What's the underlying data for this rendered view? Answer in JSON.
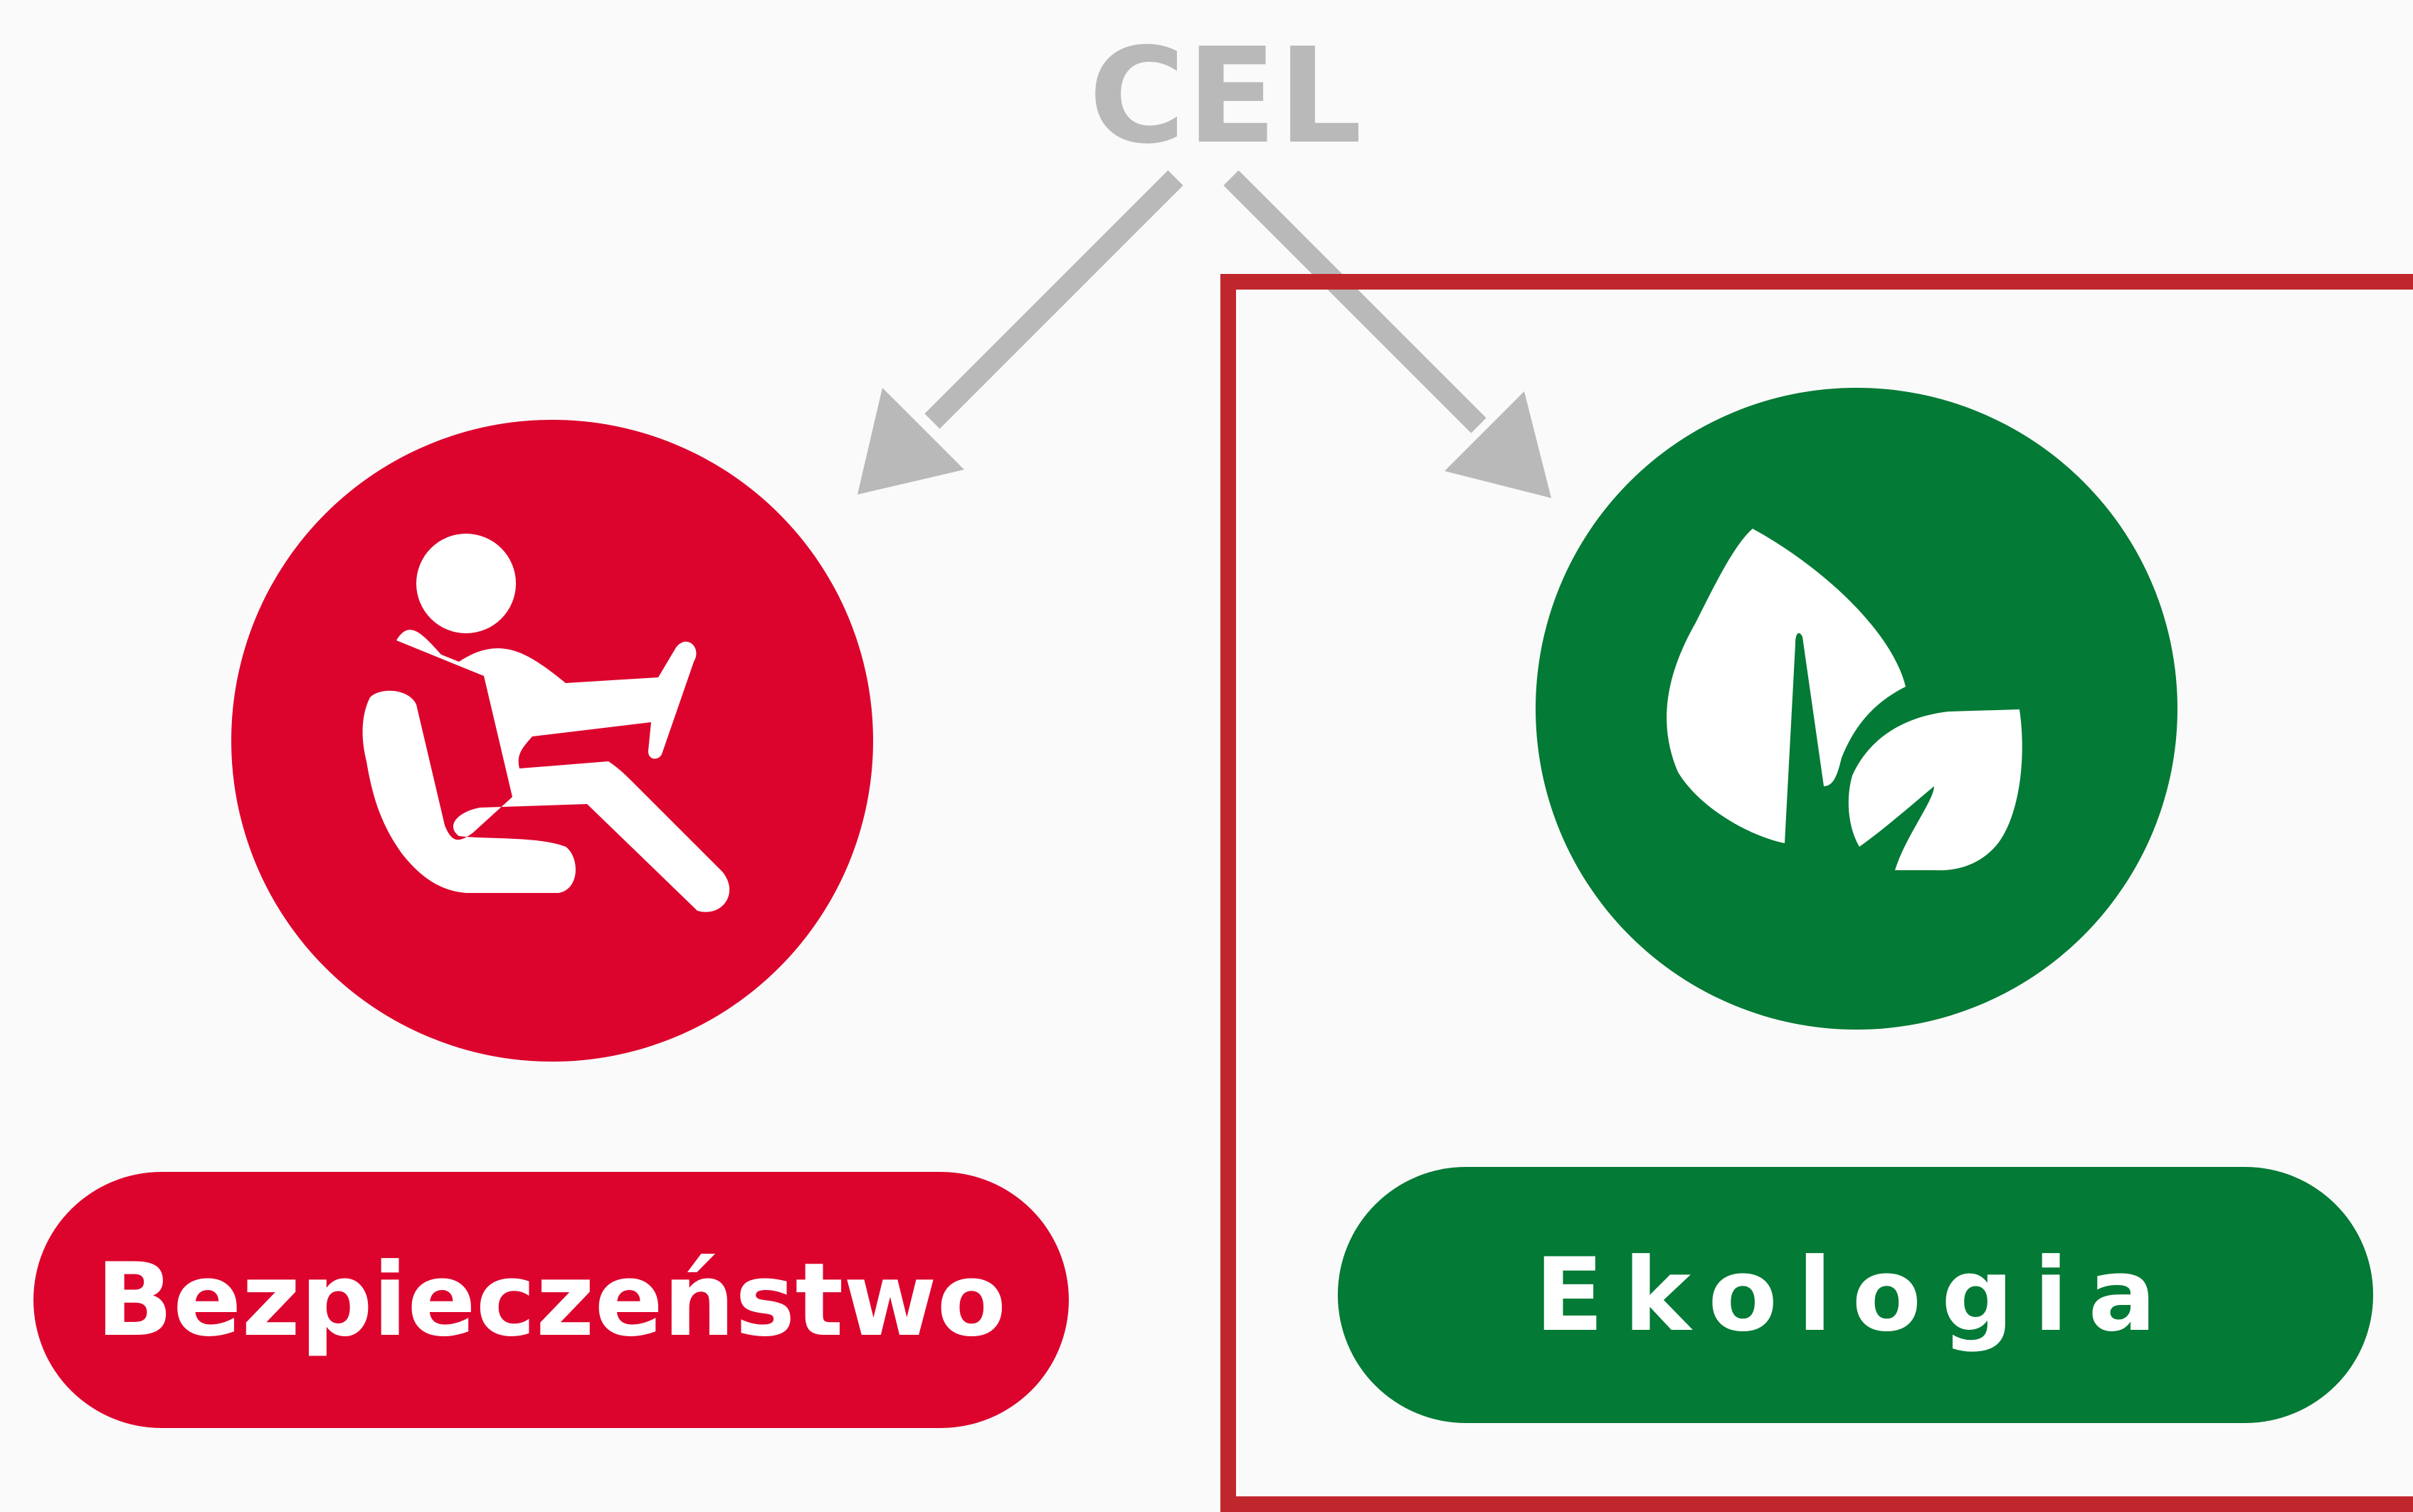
{
  "root": {
    "label": "CEL",
    "color": "#b9b9b9"
  },
  "branches": [
    {
      "label": "Bezpieczeństwo",
      "color": "#dc042d",
      "icon": "car-seat-passenger-icon"
    },
    {
      "label": "Ekologia",
      "color": "#037a35",
      "icon": "leaves-icon"
    }
  ],
  "highlight": {
    "color": "#c0272d",
    "target": "Ekologia"
  },
  "colors": {
    "background": "#fafafa",
    "arrow": "#b9b9b9",
    "icon_fill": "#ffffff"
  }
}
